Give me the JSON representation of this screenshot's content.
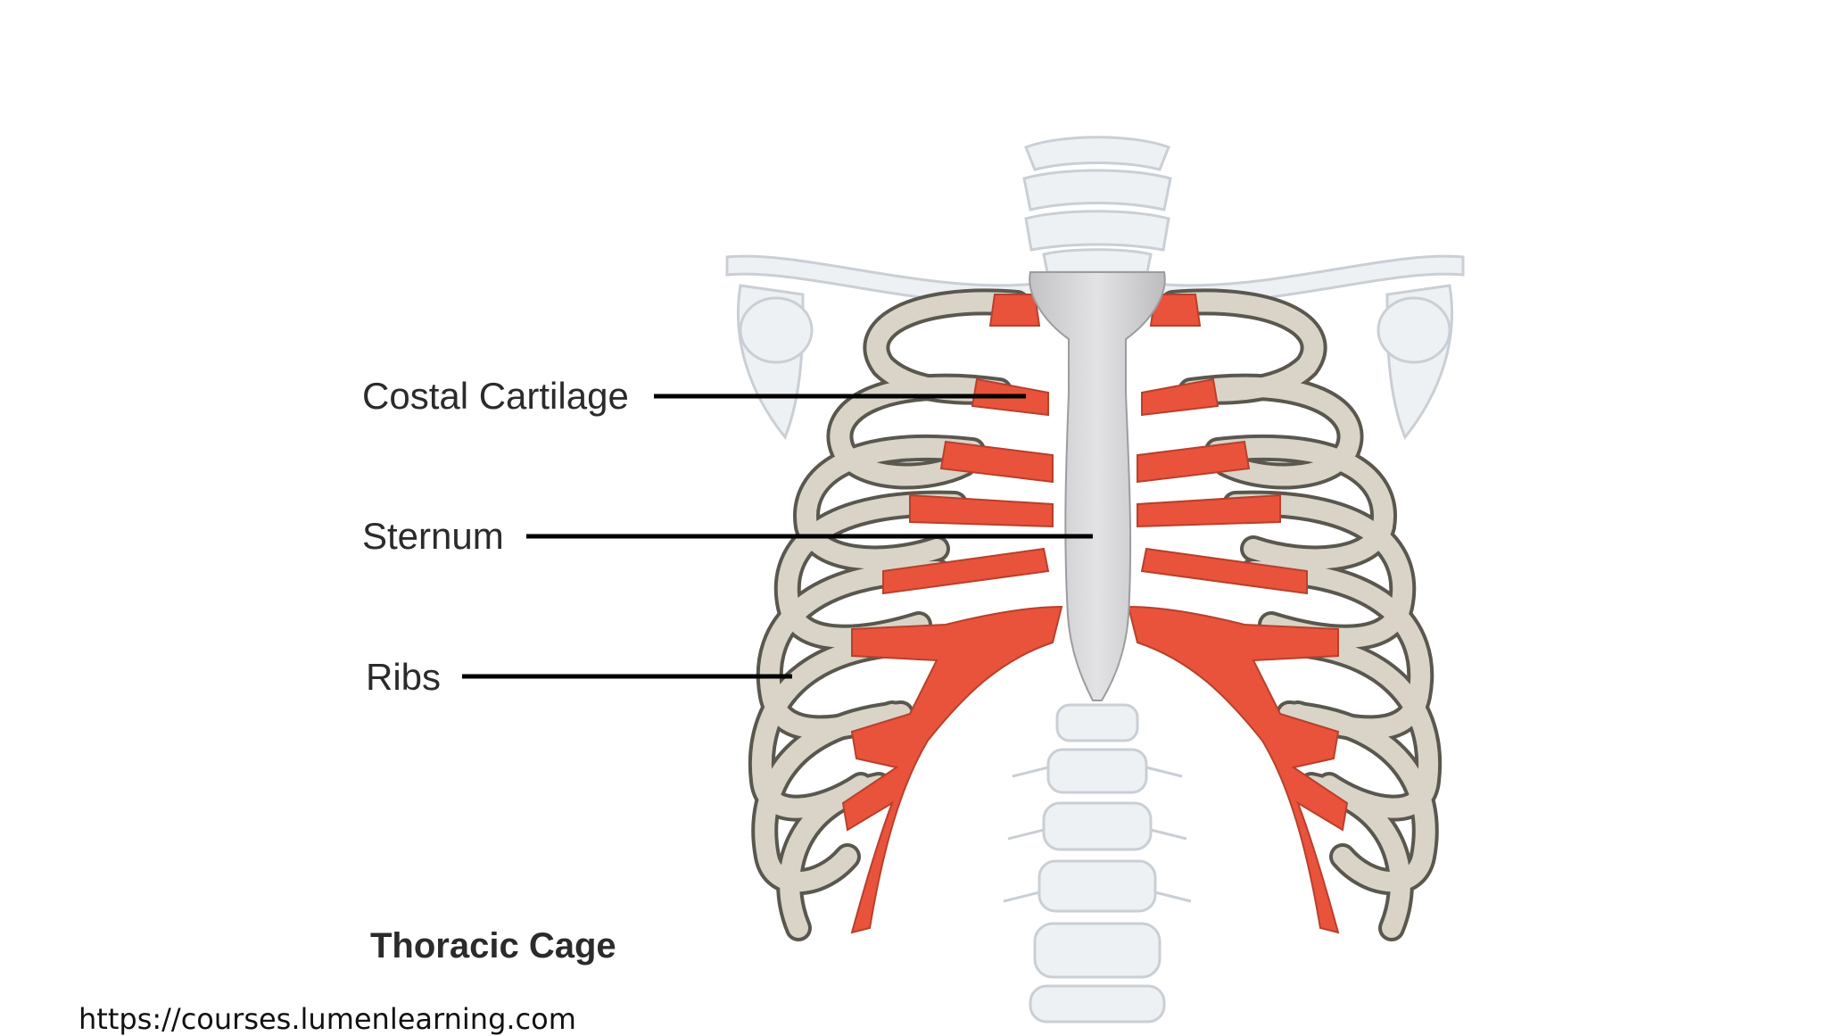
{
  "diagram": {
    "title": "Thoracic Cage",
    "labels": {
      "costal_cartilage": "Costal Cartilage",
      "sternum": "Sternum",
      "ribs": "Ribs"
    },
    "colors": {
      "bone_fill": "#d9d4c7",
      "bone_outline": "#5a574f",
      "cartilage": "#e9533b",
      "sternum": "#cfcfd1",
      "background_bone": "#e9edf0",
      "leader_line": "#000000"
    }
  },
  "source": {
    "url": "https://courses.lumenlearning.com"
  }
}
